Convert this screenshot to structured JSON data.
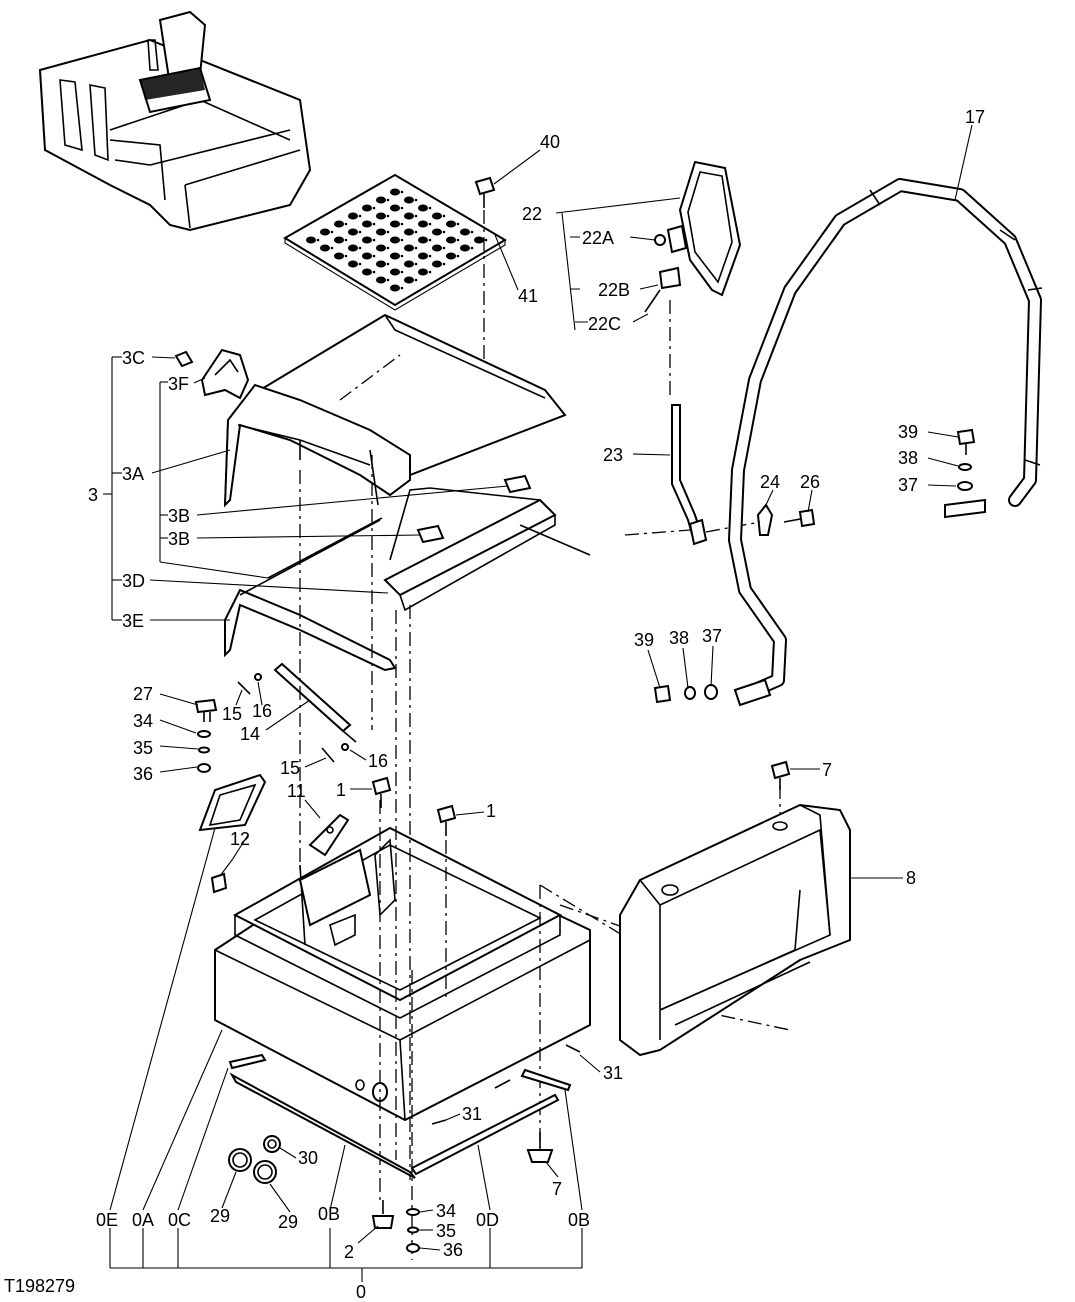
{
  "figure_id": "T198279",
  "callouts": {
    "c40": "40",
    "c41": "41",
    "c17": "17",
    "c22": "22",
    "c22A": "22A",
    "c22B": "22B",
    "c22C": "22C",
    "c23": "23",
    "c24": "24",
    "c26": "26",
    "c39a": "39",
    "c38a": "38",
    "c37a": "37",
    "c39b": "39",
    "c38b": "38",
    "c37b": "37",
    "c3": "3",
    "c3A": "3A",
    "c3B1": "3B",
    "c3B2": "3B",
    "c3C": "3C",
    "c3D": "3D",
    "c3E": "3E",
    "c3F": "3F",
    "c27": "27",
    "c34a": "34",
    "c35a": "35",
    "c36a": "36",
    "c15a": "15",
    "c16a": "16",
    "c14": "14",
    "c15b": "15",
    "c16b": "16",
    "c1a": "1",
    "c1b": "1",
    "c11": "11",
    "c12": "12",
    "c7a": "7",
    "c8": "8",
    "c31a": "31",
    "c31b": "31",
    "c30": "30",
    "c7b": "7",
    "c29a": "29",
    "c29b": "29",
    "c0E": "0E",
    "c0A": "0A",
    "c0C": "0C",
    "c0B1": "0B",
    "c0D": "0D",
    "c0B2": "0B",
    "c2": "2",
    "c34b": "34",
    "c35b": "35",
    "c36b": "36",
    "c0": "0"
  }
}
